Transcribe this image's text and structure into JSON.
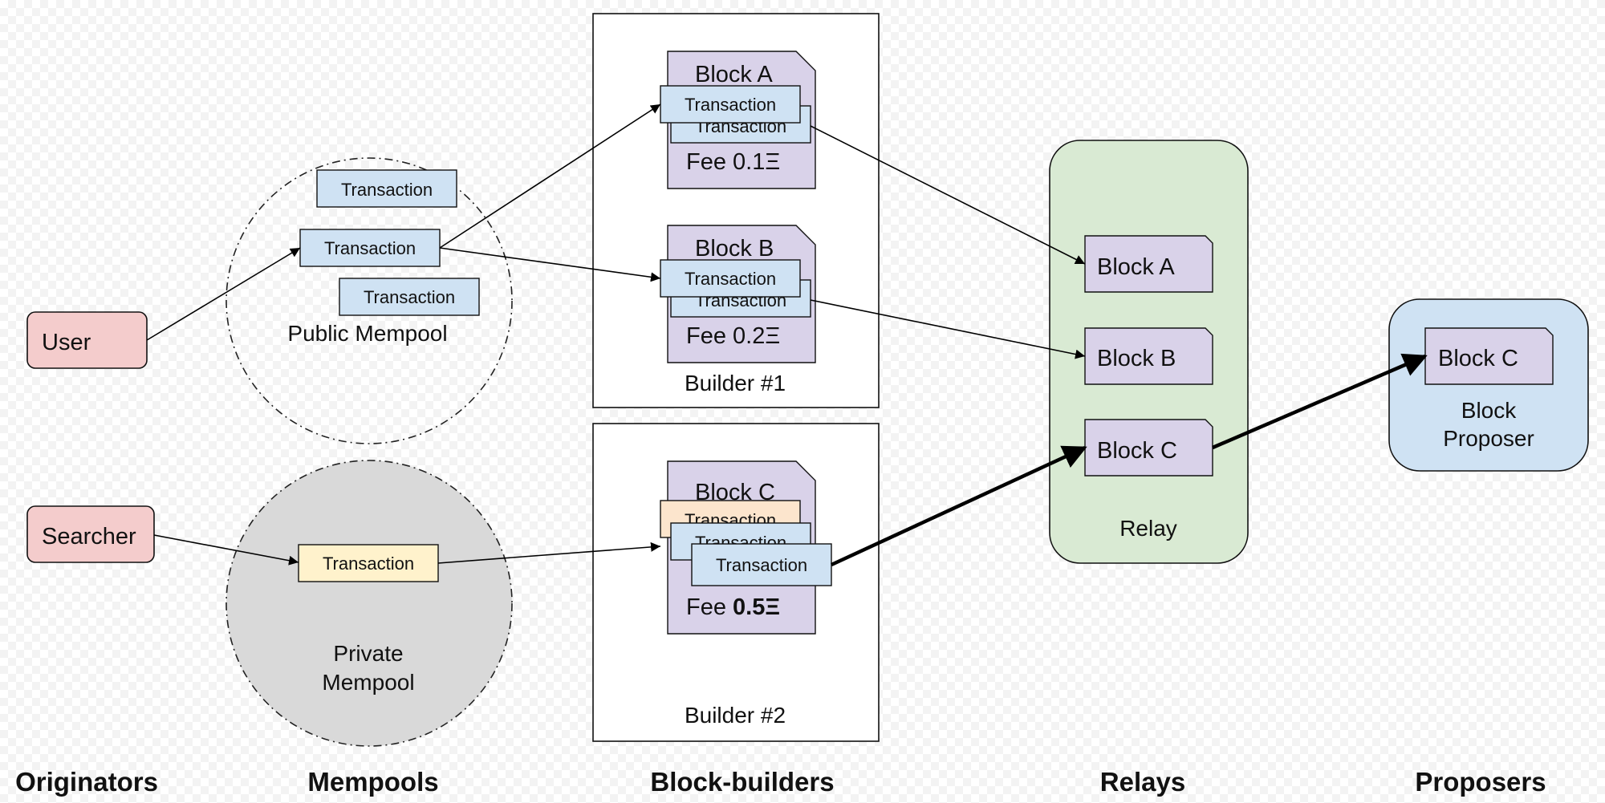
{
  "columns": [
    "Originators",
    "Mempools",
    "Block-builders",
    "Relays",
    "Proposers"
  ],
  "originators": {
    "user": "User",
    "searcher": "Searcher"
  },
  "mempools": {
    "public": {
      "label": "Public Mempool",
      "transactions": [
        "Transaction",
        "Transaction",
        "Transaction"
      ]
    },
    "private": {
      "label_line1": "Private",
      "label_line2": "Mempool",
      "transaction": "Transaction"
    }
  },
  "builders": [
    {
      "label": "Builder #1",
      "blocks": [
        {
          "name": "Block A",
          "fee_prefix": "Fee",
          "fee_value": "0.1Ξ",
          "tx_back": "Transaction",
          "tx_front": "Transaction"
        },
        {
          "name": "Block B",
          "fee_prefix": "Fee",
          "fee_value": "0.2Ξ",
          "tx_back": "Transaction",
          "tx_front": "Transaction"
        }
      ]
    },
    {
      "label": "Builder #2",
      "blocks": [
        {
          "name": "Block C",
          "fee_prefix": "Fee",
          "fee_value": "0.5Ξ",
          "tx_1": "Transaction",
          "tx_2": "Transaction",
          "tx_3": "Transaction"
        }
      ]
    }
  ],
  "relay": {
    "label": "Relay",
    "blocks": [
      "Block A",
      "Block B",
      "Block C"
    ]
  },
  "proposer": {
    "label_line1": "Block",
    "label_line2": "Proposer",
    "block": "Block C"
  },
  "colors": {
    "originator": "#f4cccc",
    "transaction": "#cfe2f3",
    "transaction_private": "#fff2cc",
    "transaction_orange": "#fce5cd",
    "block": "#d9d2e9",
    "relay": "#d9ead3",
    "proposer": "#cfe2f3",
    "private_mempool": "#d9d9d9"
  }
}
